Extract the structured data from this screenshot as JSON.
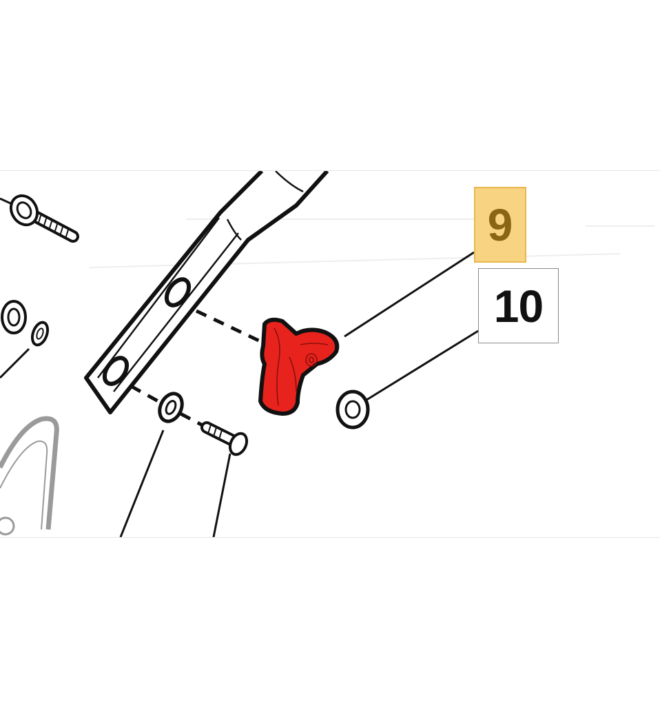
{
  "diagram": {
    "callouts": [
      {
        "id": "9",
        "label": "9",
        "highlighted": true,
        "fill_color": "#f7d382",
        "text_color": "#8a6512"
      },
      {
        "id": "10",
        "label": "10",
        "highlighted": false,
        "fill_color": "#ffffff",
        "text_color": "#111111"
      }
    ],
    "highlight_part_color": "#e8231d",
    "line_color": "#111111",
    "frame_border_color": "#e6e6e6"
  }
}
